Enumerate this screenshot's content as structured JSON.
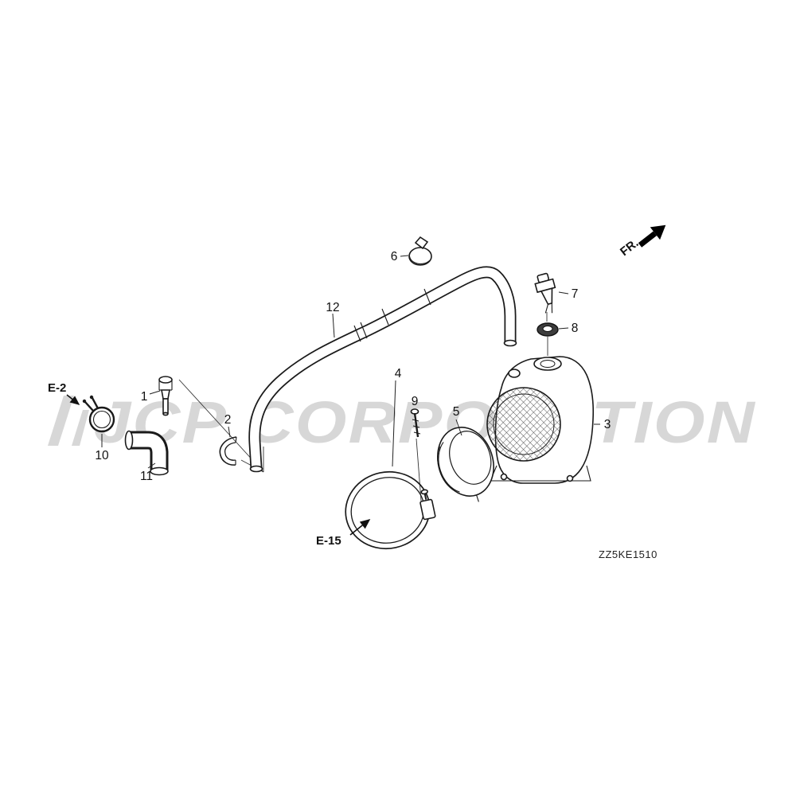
{
  "watermark": {
    "text": "JCP CORPORATION"
  },
  "diagram": {
    "code": "ZZ5KE1510",
    "direction": "FR.",
    "refs": {
      "e2": "E-2",
      "e15": "E-15"
    },
    "parts": {
      "1": "1",
      "2": "2",
      "3": "3",
      "4": "4",
      "5": "5",
      "6": "6",
      "7": "7",
      "8": "8",
      "9": "9",
      "10": "10",
      "11": "11",
      "12": "12"
    }
  }
}
